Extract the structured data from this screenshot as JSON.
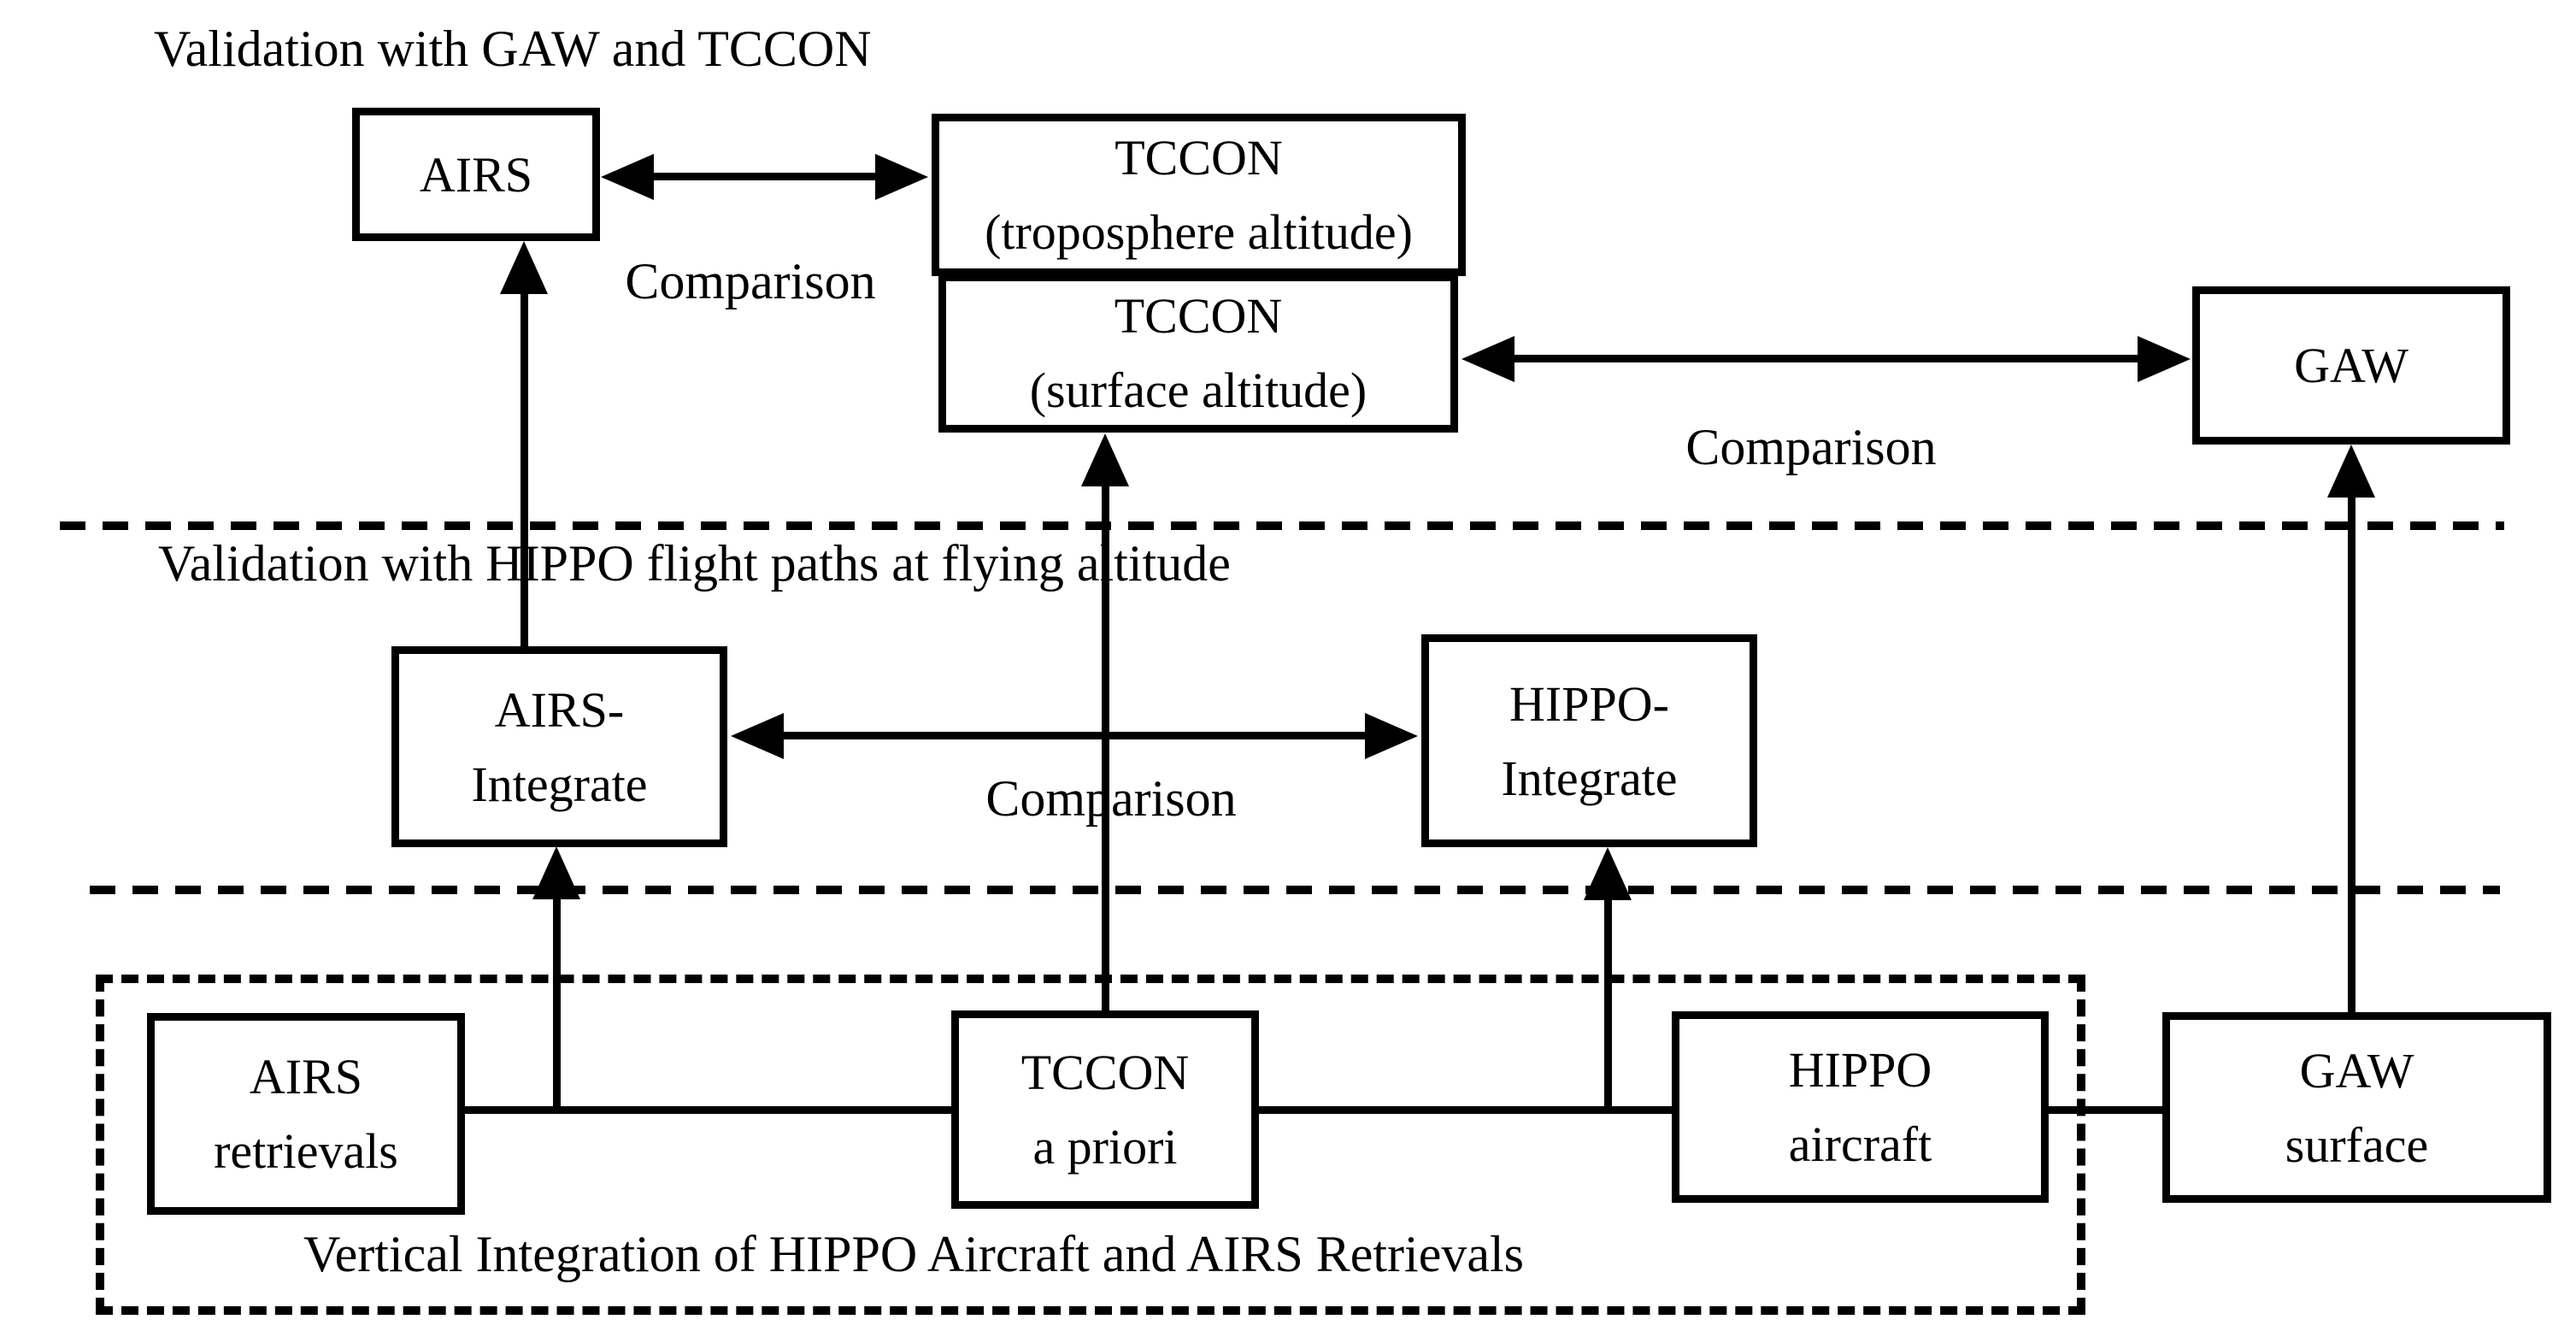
{
  "sections": {
    "top": {
      "title": "Validation with GAW and TCCON"
    },
    "middle": {
      "title": "Validation with HIPPO flight paths at flying altitude"
    },
    "bottom": {
      "title": "Vertical Integration of HIPPO Aircraft and AIRS Retrievals"
    }
  },
  "boxes": {
    "airs": {
      "label": "AIRS"
    },
    "tccon_troposphere": {
      "line1": "TCCON",
      "line2": "(troposphere altitude)"
    },
    "tccon_surface": {
      "line1": "TCCON",
      "line2": "(surface altitude)"
    },
    "gaw": {
      "label": "GAW"
    },
    "airs_integrate": {
      "line1": "AIRS-",
      "line2": "Integrate"
    },
    "hippo_integrate": {
      "line1": "HIPPO-",
      "line2": "Integrate"
    },
    "airs_retrievals": {
      "line1": "AIRS",
      "line2": "retrievals"
    },
    "tccon_a_priori": {
      "line1": "TCCON",
      "line2": "a priori"
    },
    "hippo_aircraft": {
      "line1": "HIPPO",
      "line2": "aircraft"
    },
    "gaw_surface": {
      "line1": "GAW",
      "line2": "surface"
    }
  },
  "labels": {
    "comparison_airs_tccon": "Comparison",
    "comparison_integrate": "Comparison",
    "comparison_tccon_gaw": "Comparison"
  },
  "colors": {
    "ink": "#000000",
    "background": "#ffffff"
  }
}
